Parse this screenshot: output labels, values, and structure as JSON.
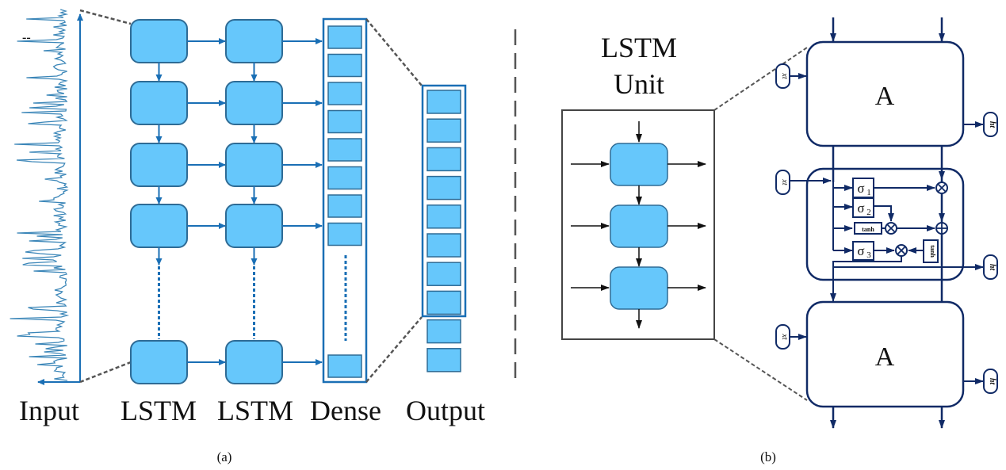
{
  "panel_a": {
    "caption": "(a)",
    "layer_labels": [
      "Input",
      "LSTM",
      "LSTM",
      "Dense",
      "Output"
    ],
    "lstm_columns": 2,
    "lstm_rows_visible": 5,
    "dense_units_visible": 9,
    "output_units": 10,
    "corner_mark": "--"
  },
  "panel_b": {
    "caption": "(b)",
    "unit_title_line1": "LSTM",
    "unit_title_line2": "Unit",
    "cell_label_top": "A",
    "cell_label_bottom": "A",
    "input_label": "xt",
    "output_label": "ht",
    "gates": {
      "sigma1": "σ",
      "sigma1_sub": "1",
      "sigma2": "σ",
      "sigma2_sub": "2",
      "sigma3": "σ",
      "sigma3_sub": "3",
      "tanh1": "tanh",
      "tanh2": "tanh"
    },
    "ops": {
      "multiply": "⊗",
      "add": "⊕"
    }
  },
  "colors": {
    "cell_fill": "#66c7fb",
    "cell_stroke": "#2e6b95",
    "arrow_blue": "#1a6fb5",
    "navy": "#102a66",
    "dash_gray": "#666666",
    "text": "#111111"
  }
}
